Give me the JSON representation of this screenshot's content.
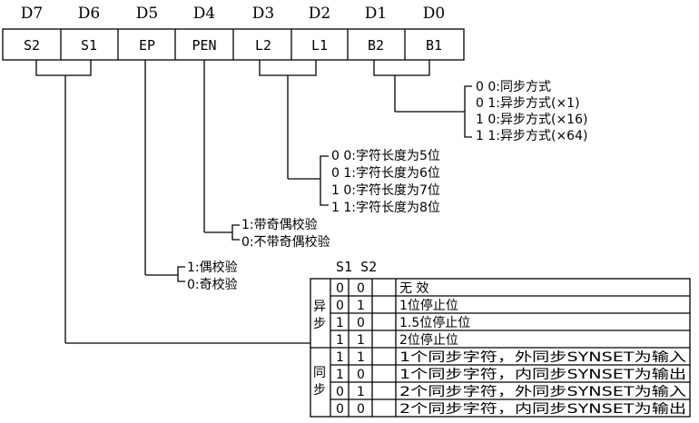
{
  "bit_headers": [
    "D7",
    "D6",
    "D5",
    "D4",
    "D3",
    "D2",
    "D1",
    "D0"
  ],
  "bit_fields": [
    "S2",
    "S1",
    "EP",
    "PEN",
    "L2",
    "L1",
    "B2",
    "B1"
  ],
  "baud_options": [
    "0  0:同步方式",
    "0  1:异步方式(×1)",
    "1  0:异步方式(×16)",
    "1  1:异步方式(×64)"
  ],
  "length_options": [
    "0  0:字符长度为5位",
    "0  1:字符长度为6位",
    "1  0:字符长度为7位",
    "1  1:字符长度为8位"
  ],
  "pen_options": [
    "1:带奇偶校验",
    "0:不带奇偶校验"
  ],
  "ep_options": [
    "1:偶校验",
    "0:奇校验"
  ],
  "stop_table": {
    "header": "S1 S2",
    "async_label": [
      "异",
      "步"
    ],
    "sync_label": [
      "同",
      "步"
    ],
    "rows": [
      [
        "0",
        "0",
        "无 效"
      ],
      [
        "0",
        "1",
        "1位停止位"
      ],
      [
        "1",
        "0",
        "1.5位停止位"
      ],
      [
        "1",
        "1",
        "2位停止位"
      ],
      [
        "1",
        "1",
        "1个同步字符，外同步SYNSET为输入"
      ],
      [
        "1",
        "0",
        "1个同步字符，内同步SYNSET为输出"
      ],
      [
        "0",
        "1",
        "2个同步字符，外同步SYNSET为输入"
      ],
      [
        "0",
        "0",
        "2个同步字符，内同步SYNSET为输出"
      ]
    ]
  }
}
